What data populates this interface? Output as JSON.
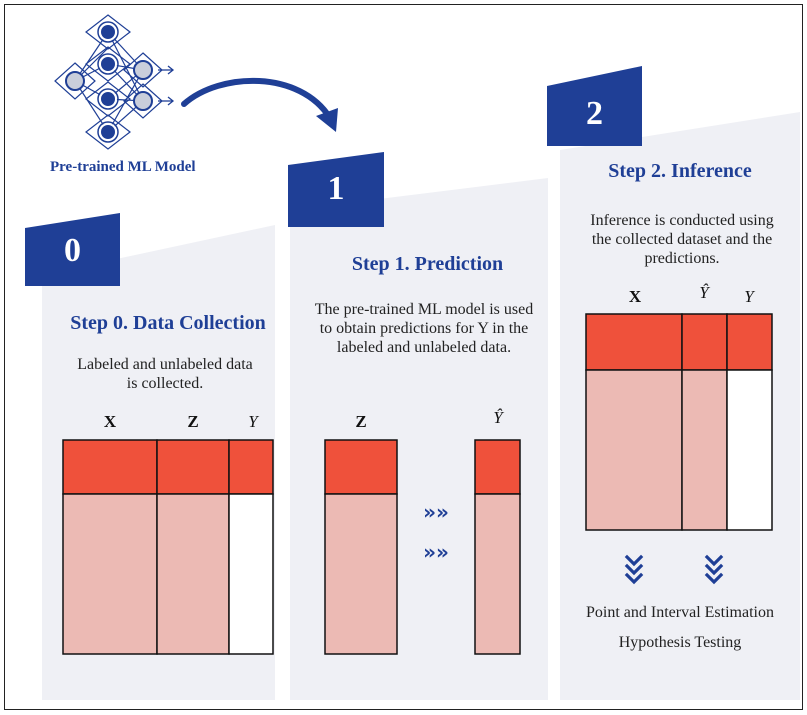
{
  "model": {
    "label": "Pre-trained ML Model"
  },
  "step0": {
    "number": "0",
    "title": "Step 0. Data Collection",
    "description": "Labeled and unlabeled data is collected.",
    "columns": [
      "X",
      "Z",
      "Y"
    ]
  },
  "step1": {
    "number": "1",
    "title": "Step 1. Prediction",
    "description": "The pre-trained ML model is used to obtain predictions for Y in the labeled and unlabeled data.",
    "columns": [
      "Z",
      "Ŷ"
    ],
    "arrows": "»»"
  },
  "step2": {
    "number": "2",
    "title": "Step 2. Inference",
    "description": "Inference is conducted using the collected dataset and the predictions.",
    "columns": [
      "X",
      "Ŷ",
      "Y"
    ],
    "outputs": [
      "Point and Interval Estimation",
      "Hypothesis Testing"
    ]
  },
  "colors": {
    "navy": "#1f3f96",
    "panel": "#eff0f5",
    "labeled": "#ef513b",
    "unlabeled": "#ecbab4",
    "missing": "#ffffff"
  }
}
